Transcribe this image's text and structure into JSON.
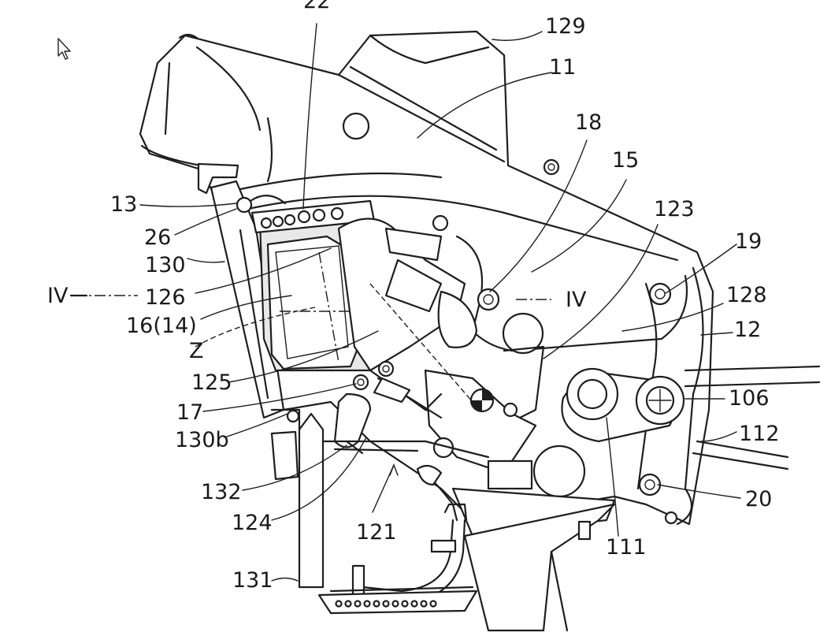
{
  "labels": {
    "l22": "22",
    "l129": "129",
    "l11": "11",
    "l18": "18",
    "l15": "15",
    "l123": "123",
    "l13": "13",
    "l19": "19",
    "l26": "26",
    "l130": "130",
    "l128": "128",
    "lIV_left": "IV",
    "l126": "126",
    "lIV_mid": "IV",
    "l16_14": "16(14)",
    "l12": "12",
    "lZ": "Z",
    "l125": "125",
    "l106": "106",
    "l17": "17",
    "l112": "112",
    "l130b": "130b",
    "l132": "132",
    "l20": "20",
    "l124": "124",
    "l121": "121",
    "l111": "111",
    "l131": "131"
  },
  "icons": {
    "cursor": "mouse-pointer-icon"
  }
}
